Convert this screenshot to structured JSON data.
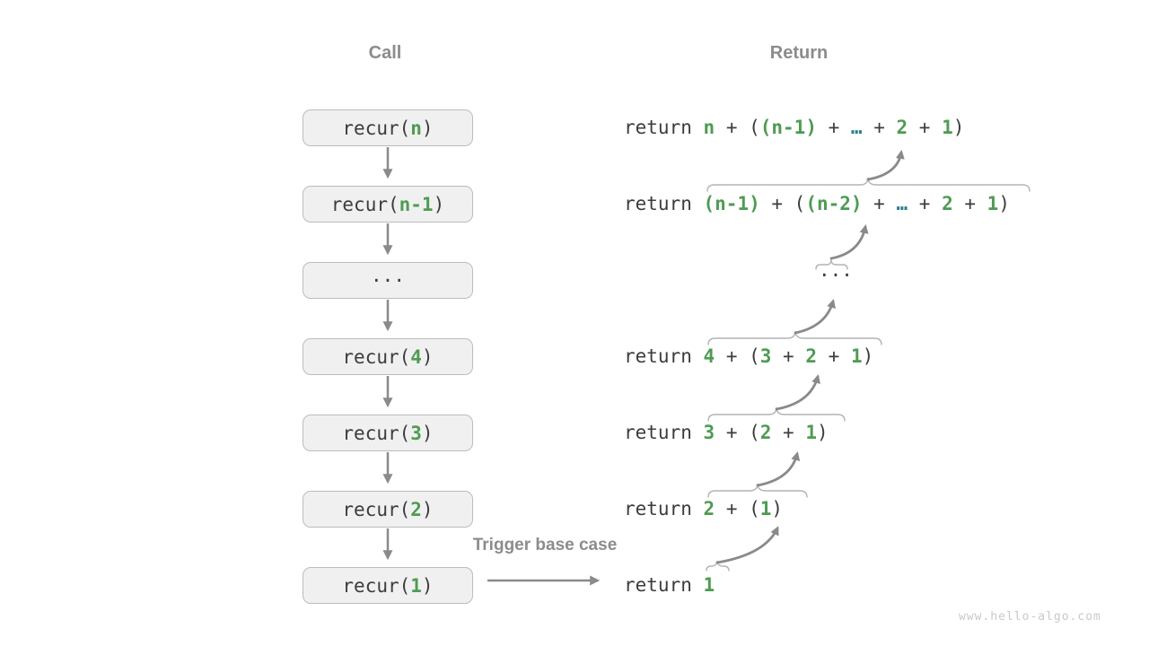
{
  "colors": {
    "green": "#4f9b53",
    "teal": "#2d7f8e",
    "code": "#3c3c3c",
    "label": "#8c8c8c",
    "arrow": "#8a8a8a",
    "brace": "#b4b4b4",
    "boxfill": "#f0f0f0",
    "boxborder": "#bcbcbc",
    "watermark": "#c9c9c9",
    "bg": "#ffffff"
  },
  "call_column": {
    "title": "Call",
    "boxes": [
      {
        "segments": [
          {
            "t": "recur(",
            "c": "code"
          },
          {
            "t": "n",
            "c": "green"
          },
          {
            "t": ")",
            "c": "code"
          }
        ]
      },
      {
        "segments": [
          {
            "t": "recur(",
            "c": "code"
          },
          {
            "t": "n-1",
            "c": "green"
          },
          {
            "t": ")",
            "c": "code"
          }
        ]
      },
      {
        "segments": [
          {
            "t": "···",
            "c": "code"
          }
        ]
      },
      {
        "segments": [
          {
            "t": "recur(",
            "c": "code"
          },
          {
            "t": "4",
            "c": "green"
          },
          {
            "t": ")",
            "c": "code"
          }
        ]
      },
      {
        "segments": [
          {
            "t": "recur(",
            "c": "code"
          },
          {
            "t": "3",
            "c": "green"
          },
          {
            "t": ")",
            "c": "code"
          }
        ]
      },
      {
        "segments": [
          {
            "t": "recur(",
            "c": "code"
          },
          {
            "t": "2",
            "c": "green"
          },
          {
            "t": ")",
            "c": "code"
          }
        ]
      },
      {
        "segments": [
          {
            "t": "recur(",
            "c": "code"
          },
          {
            "t": "1",
            "c": "green"
          },
          {
            "t": ")",
            "c": "code"
          }
        ]
      }
    ]
  },
  "return_column": {
    "title": "Return",
    "rows": [
      {
        "segments": [
          {
            "t": "return ",
            "c": "code"
          },
          {
            "t": "n",
            "c": "green"
          },
          {
            "t": " + (",
            "c": "code"
          },
          {
            "t": "(n-1)",
            "c": "green"
          },
          {
            "t": " + ",
            "c": "code"
          },
          {
            "t": "…",
            "c": "teal"
          },
          {
            "t": " + ",
            "c": "code"
          },
          {
            "t": "2",
            "c": "green"
          },
          {
            "t": " + ",
            "c": "code"
          },
          {
            "t": "1",
            "c": "green"
          },
          {
            "t": ")",
            "c": "code"
          }
        ]
      },
      {
        "segments": [
          {
            "t": "return ",
            "c": "code"
          },
          {
            "t": "(n-1)",
            "c": "green"
          },
          {
            "t": " + (",
            "c": "code"
          },
          {
            "t": "(n-2)",
            "c": "green"
          },
          {
            "t": " + ",
            "c": "code"
          },
          {
            "t": "…",
            "c": "teal"
          },
          {
            "t": " + ",
            "c": "code"
          },
          {
            "t": "2",
            "c": "green"
          },
          {
            "t": " + ",
            "c": "code"
          },
          {
            "t": "1",
            "c": "green"
          },
          {
            "t": ")",
            "c": "code"
          }
        ]
      },
      {
        "segments": [
          {
            "t": "···",
            "c": "code"
          }
        ]
      },
      {
        "segments": [
          {
            "t": "return ",
            "c": "code"
          },
          {
            "t": "4",
            "c": "green"
          },
          {
            "t": " + (",
            "c": "code"
          },
          {
            "t": "3",
            "c": "green"
          },
          {
            "t": " + ",
            "c": "code"
          },
          {
            "t": "2",
            "c": "green"
          },
          {
            "t": " + ",
            "c": "code"
          },
          {
            "t": "1",
            "c": "green"
          },
          {
            "t": ")",
            "c": "code"
          }
        ]
      },
      {
        "segments": [
          {
            "t": "return ",
            "c": "code"
          },
          {
            "t": "3",
            "c": "green"
          },
          {
            "t": " + (",
            "c": "code"
          },
          {
            "t": "2",
            "c": "green"
          },
          {
            "t": " + ",
            "c": "code"
          },
          {
            "t": "1",
            "c": "green"
          },
          {
            "t": ")",
            "c": "code"
          }
        ]
      },
      {
        "segments": [
          {
            "t": "return ",
            "c": "code"
          },
          {
            "t": "2",
            "c": "green"
          },
          {
            "t": " + (",
            "c": "code"
          },
          {
            "t": "1",
            "c": "green"
          },
          {
            "t": ")",
            "c": "code"
          }
        ]
      },
      {
        "segments": [
          {
            "t": "return ",
            "c": "code"
          },
          {
            "t": "1",
            "c": "green"
          }
        ]
      }
    ]
  },
  "base_case_label": "Trigger base case",
  "watermark": "www.hello-algo.com"
}
